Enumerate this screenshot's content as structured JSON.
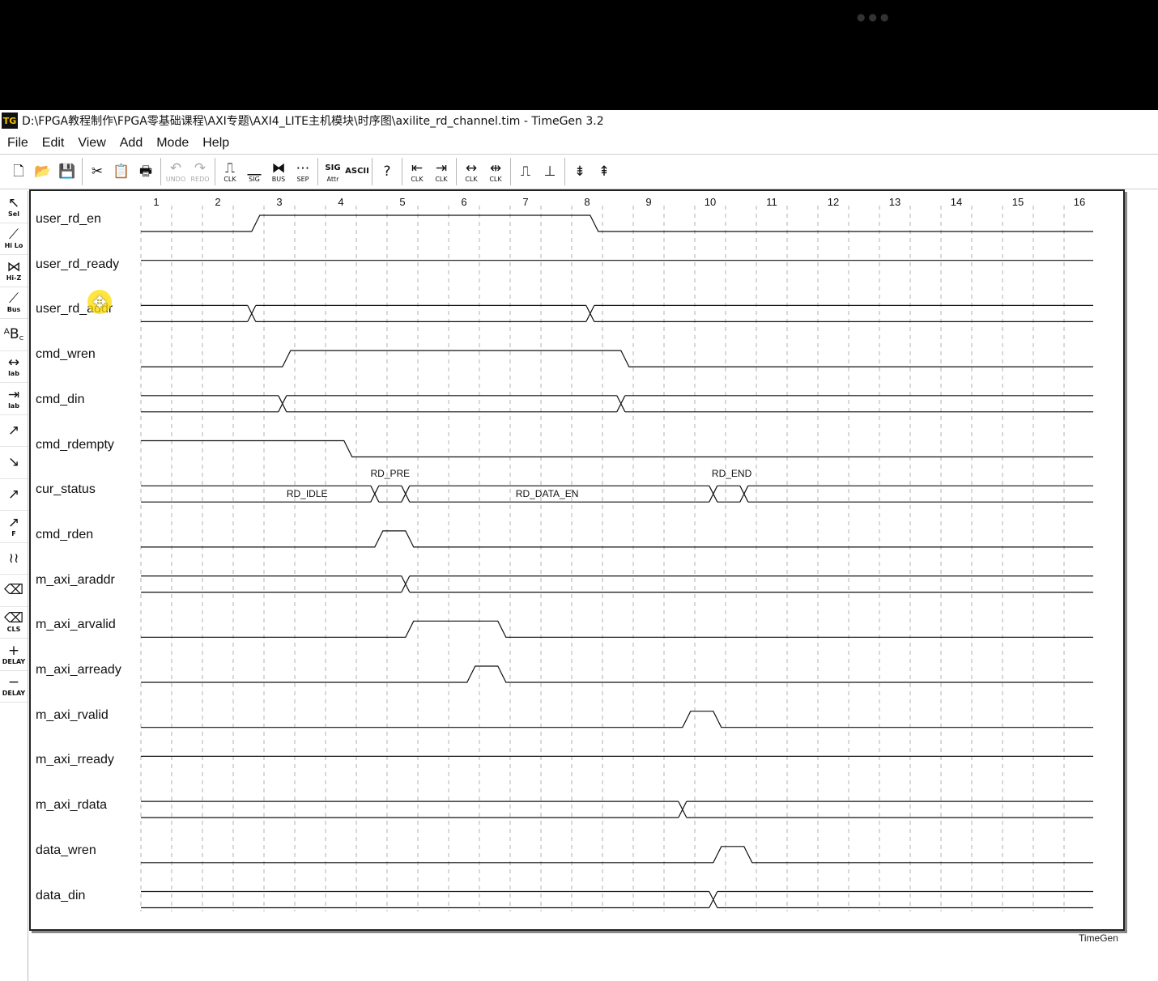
{
  "window": {
    "icon_text": "TG",
    "title": "D:\\FPGA教程制作\\FPGA零基础课程\\AXI专题\\AXI4_LITE主机模块\\时序图\\axilite_rd_channel.tim - TimeGen 3.2",
    "dots": "●●●"
  },
  "menu": [
    "File",
    "Edit",
    "View",
    "Add",
    "Mode",
    "Help"
  ],
  "toolbar": [
    {
      "name": "new-file-icon",
      "glyph": "🗋",
      "label": ""
    },
    {
      "name": "open-folder-icon",
      "glyph": "📂",
      "label": ""
    },
    {
      "name": "save-icon",
      "glyph": "💾",
      "label": ""
    },
    {
      "sep": true
    },
    {
      "name": "cut-icon",
      "glyph": "✂",
      "label": ""
    },
    {
      "name": "paste-icon",
      "glyph": "📋",
      "label": ""
    },
    {
      "name": "print-icon",
      "glyph": "🖶",
      "label": ""
    },
    {
      "sep": true
    },
    {
      "name": "undo-icon",
      "glyph": "↶",
      "label": "UNDO",
      "disabled": true
    },
    {
      "name": "redo-icon",
      "glyph": "↷",
      "label": "REDO",
      "disabled": true
    },
    {
      "sep": true
    },
    {
      "name": "add-clock-icon",
      "glyph": "⎍",
      "label": "CLK"
    },
    {
      "name": "add-signal-icon",
      "glyph": "⎽",
      "label": "SIG"
    },
    {
      "name": "add-bus-icon",
      "glyph": "⧓",
      "label": "BUS"
    },
    {
      "name": "add-separator-icon",
      "glyph": "⋯",
      "label": "SEP"
    },
    {
      "sep": true
    },
    {
      "name": "signal-attributes-icon",
      "glyph": "SIG",
      "label": "Attr"
    },
    {
      "name": "ascii-icon",
      "glyph": "ASCII",
      "label": ""
    },
    {
      "sep": true
    },
    {
      "name": "help-icon",
      "glyph": "?",
      "label": ""
    },
    {
      "sep": true
    },
    {
      "name": "clock-left-icon",
      "glyph": "⇤",
      "label": "CLK"
    },
    {
      "name": "clock-right-icon",
      "glyph": "⇥",
      "label": "CLK"
    },
    {
      "sep": true
    },
    {
      "name": "clock-expand-icon",
      "glyph": "↔",
      "label": "CLK"
    },
    {
      "name": "clock-shrink-icon",
      "glyph": "⇹",
      "label": "CLK"
    },
    {
      "sep": true
    },
    {
      "name": "rising-edge-icon",
      "glyph": "⎍",
      "label": ""
    },
    {
      "name": "falling-edge-icon",
      "glyph": "⊥",
      "label": ""
    },
    {
      "sep": true
    },
    {
      "name": "collapse-icon",
      "glyph": "⇟",
      "label": ""
    },
    {
      "name": "expand-icon",
      "glyph": "⇞",
      "label": ""
    }
  ],
  "left_tools": [
    {
      "name": "select-tool-icon",
      "glyph": "↖",
      "label": "Sel"
    },
    {
      "name": "hilo-tool-icon",
      "glyph": "⟋",
      "label": "Hi Lo"
    },
    {
      "name": "hiz-tool-icon",
      "glyph": "⋈",
      "label": "Hi-Z"
    },
    {
      "name": "bus-tool-icon",
      "glyph": "⟋",
      "label": "Bus"
    },
    {
      "name": "text-tool-icon",
      "glyph": "ᴬB꜀",
      "label": ""
    },
    {
      "name": "label-tool-icon",
      "glyph": "↔",
      "label": "lab"
    },
    {
      "name": "label-inner-tool-icon",
      "glyph": "⇥",
      "label": "lab"
    },
    {
      "name": "curve-arrow-tool-icon",
      "glyph": "↗",
      "label": ""
    },
    {
      "name": "down-arrow-tool-icon",
      "glyph": "↘",
      "label": ""
    },
    {
      "name": "line-arrow-tool-icon",
      "glyph": "↗",
      "label": ""
    },
    {
      "name": "free-arrow-tool-icon",
      "glyph": "↗",
      "label": "F"
    },
    {
      "name": "break-tool-icon",
      "glyph": "≀≀",
      "label": ""
    },
    {
      "name": "eraser-tool-icon",
      "glyph": "⌫",
      "label": ""
    },
    {
      "name": "clear-tool-icon",
      "glyph": "⌫",
      "label": "CLS"
    },
    {
      "name": "add-delay-icon",
      "glyph": "+",
      "label": "DELAY"
    },
    {
      "name": "remove-delay-icon",
      "glyph": "−",
      "label": "DELAY"
    }
  ],
  "timing": {
    "cycles": [
      "1",
      "2",
      "3",
      "4",
      "5",
      "6",
      "7",
      "8",
      "9",
      "10",
      "11",
      "12",
      "13",
      "14",
      "15",
      "16"
    ],
    "signals": [
      {
        "name": "user_rd_en",
        "type": "digital",
        "init": 0,
        "edges": [
          [
            1.8,
            1
          ],
          [
            7.3,
            0
          ]
        ]
      },
      {
        "name": "user_rd_ready",
        "type": "digital",
        "init": 1,
        "edges": []
      },
      {
        "name": "user_rd_addr",
        "type": "bus",
        "transitions": [
          1.8,
          7.3
        ],
        "labels": []
      },
      {
        "name": "cmd_wren",
        "type": "digital",
        "init": 0,
        "edges": [
          [
            2.3,
            1
          ],
          [
            7.8,
            0
          ]
        ]
      },
      {
        "name": "cmd_din",
        "type": "bus",
        "transitions": [
          2.3,
          7.8
        ],
        "labels": []
      },
      {
        "name": "cmd_rdempty",
        "type": "digital",
        "init": 1,
        "edges": [
          [
            3.3,
            0
          ]
        ]
      },
      {
        "name": "cur_status",
        "type": "bus",
        "transitions": [
          3.8,
          4.3,
          9.3,
          9.8
        ],
        "labels": [
          {
            "text": "RD_IDLE",
            "pos": 2.7,
            "above": false
          },
          {
            "text": "RD_PRE",
            "pos": 4.05,
            "above": true
          },
          {
            "text": "RD_DATA_EN",
            "pos": 6.6,
            "above": false
          },
          {
            "text": "RD_END",
            "pos": 9.6,
            "above": true
          }
        ]
      },
      {
        "name": "cmd_rden",
        "type": "digital",
        "init": 0,
        "edges": [
          [
            3.8,
            1
          ],
          [
            4.3,
            0
          ]
        ]
      },
      {
        "name": "m_axi_araddr",
        "type": "bus",
        "transitions": [
          4.3
        ],
        "labels": []
      },
      {
        "name": "m_axi_arvalid",
        "type": "digital",
        "init": 0,
        "edges": [
          [
            4.3,
            1
          ],
          [
            5.8,
            0
          ]
        ]
      },
      {
        "name": "m_axi_arready",
        "type": "digital",
        "init": 0,
        "edges": [
          [
            5.3,
            1
          ],
          [
            5.8,
            0
          ]
        ]
      },
      {
        "name": "m_axi_rvalid",
        "type": "digital",
        "init": 0,
        "edges": [
          [
            8.8,
            1
          ],
          [
            9.3,
            0
          ]
        ]
      },
      {
        "name": "m_axi_rready",
        "type": "digital",
        "init": 1,
        "edges": []
      },
      {
        "name": "m_axi_rdata",
        "type": "bus",
        "transitions": [
          8.8
        ],
        "labels": []
      },
      {
        "name": "data_wren",
        "type": "digital",
        "init": 0,
        "edges": [
          [
            9.3,
            1
          ],
          [
            9.8,
            0
          ]
        ]
      },
      {
        "name": "data_din",
        "type": "bus",
        "transitions": [
          9.3
        ],
        "labels": []
      }
    ]
  },
  "footer_label": "TimeGen"
}
